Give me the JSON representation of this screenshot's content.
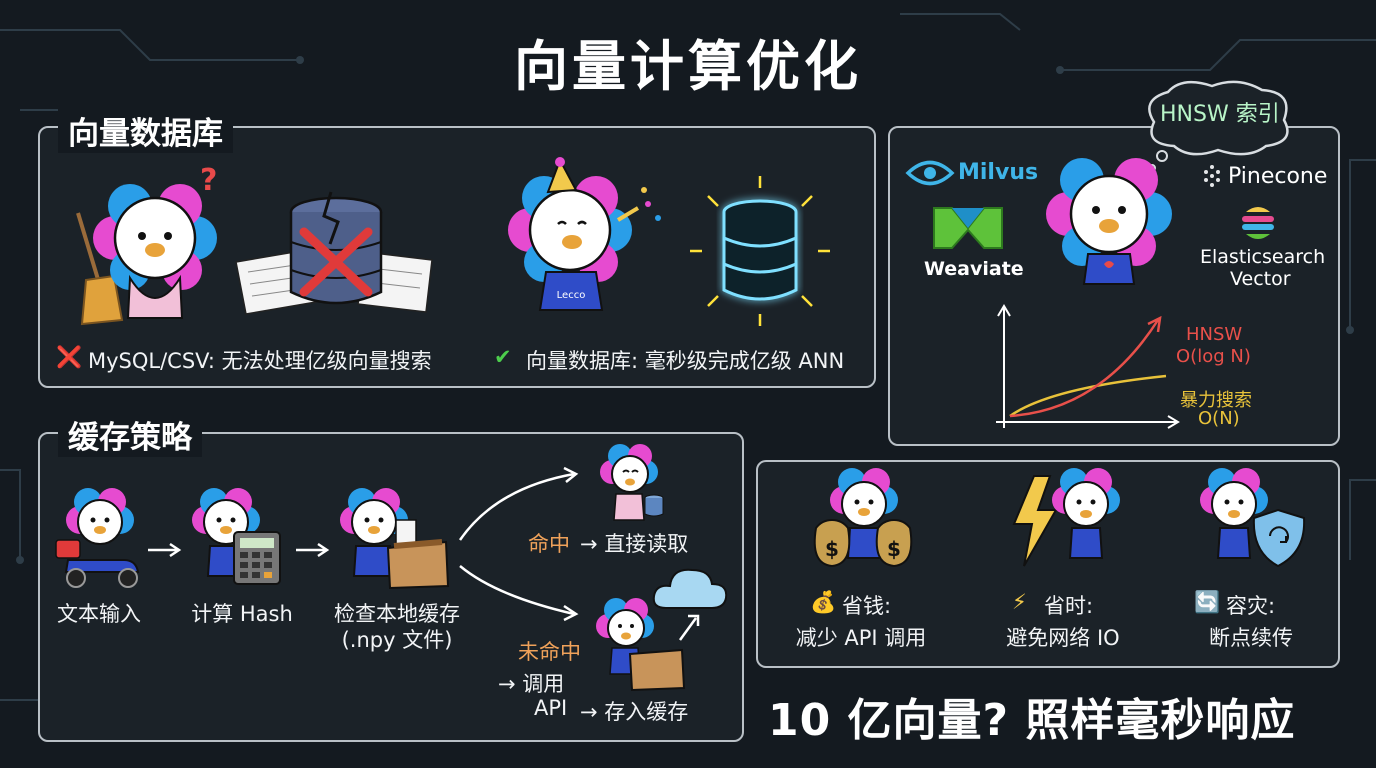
{
  "title": "向量计算优化",
  "vector_db": {
    "heading": "向量数据库",
    "bad_mark": "❌",
    "bad_text": "MySQL/CSV: 无法处理亿级向量搜索",
    "good_mark": "✔",
    "good_text": "向量数据库: 毫秒级完成亿级 ANN",
    "shirt_text": "Lecco"
  },
  "vendors": {
    "bubble": "HNSW 索引",
    "items": [
      "Milvus",
      "Pinecone",
      "Weaviate",
      "Elasticsearch",
      "Vector"
    ],
    "chart": {
      "hnsw_label": "HNSW",
      "hnsw_complexity": "O(log N)",
      "brute_label": "暴力搜索",
      "brute_complexity": "O(N)"
    }
  },
  "cache": {
    "heading": "缓存策略",
    "steps": [
      "文本输入",
      "计算 Hash",
      "检查本地缓存",
      "(.npy 文件)"
    ],
    "hit_word": "命中",
    "hit_action": "→ 直接读取",
    "miss_word": "未命中",
    "miss_line1": "→ 调用",
    "miss_line2": "API",
    "miss_action": "→ 存入缓存"
  },
  "benefits": [
    {
      "icon": "💰",
      "title": "省钱:",
      "desc": "减少 API 调用"
    },
    {
      "icon": "⚡",
      "title": "省时:",
      "desc": "避免网络 IO"
    },
    {
      "icon": "🔄",
      "title": "容灾:",
      "desc": "断点续传"
    }
  ],
  "slogan": "10 亿向量? 照样毫秒响应",
  "colors": {
    "petal_pink": "#e64bd0",
    "petal_blue": "#2a9ee8",
    "hnsw_curve": "#e8504a",
    "brute_curve": "#e8c23a",
    "hit_word": "#f0a25a",
    "miss_word": "#f0a25a"
  }
}
